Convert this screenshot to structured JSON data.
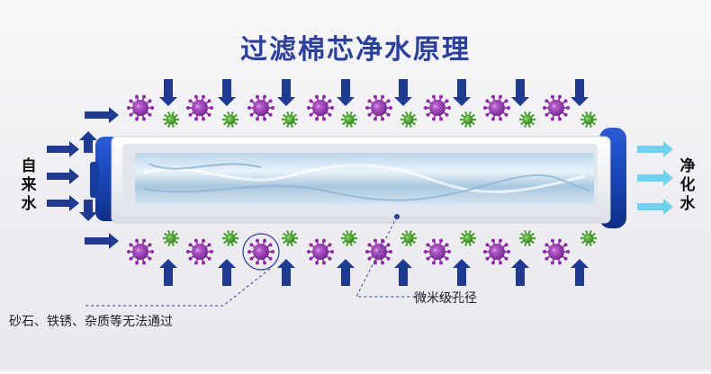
{
  "title": "过滤棉芯净水原理",
  "inlet_label": "自来水",
  "outlet_label": "净化水",
  "callout_pores": "微米级孔径",
  "callout_blocked": "砂石、铁锈、杂质等无法通过",
  "colors": {
    "title": "#2b3fa0",
    "arrow_inward": "#1f3a93",
    "arrow_outlet": "#6fd3f0",
    "end_cap": "#1846b8",
    "virus_purple": "#8e2aa6",
    "virus_green": "#3c9b22",
    "callout_line": "#2b3fa0"
  },
  "icons": [
    "down-arrow-icon",
    "up-arrow-icon",
    "right-arrow-icon",
    "purple-virus-icon",
    "green-bacteria-icon"
  ]
}
